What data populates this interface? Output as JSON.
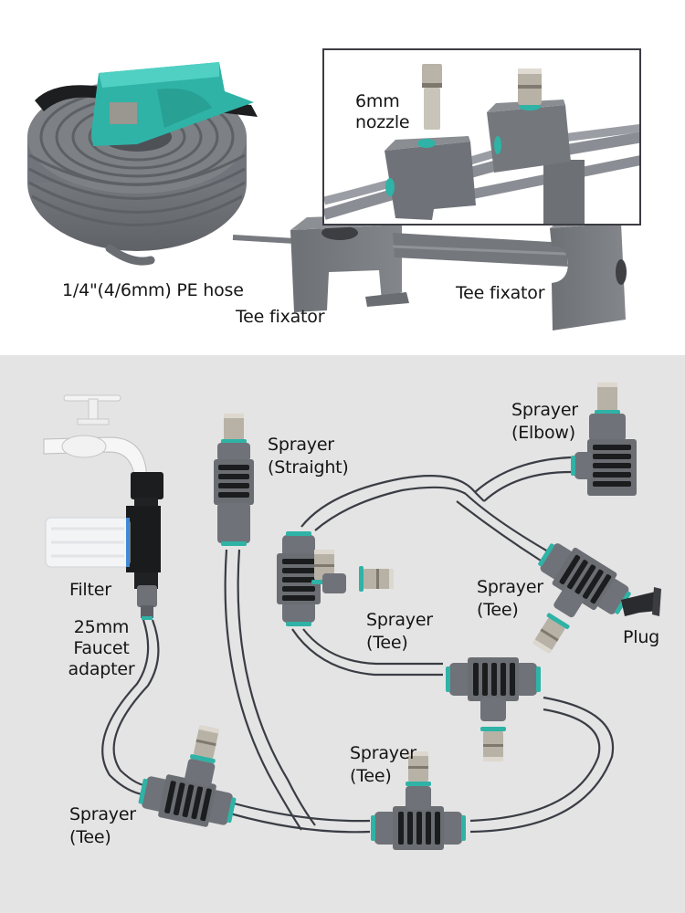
{
  "colors": {
    "accent_teal": "#2fb3a6",
    "part_gray": "#6f7278",
    "part_gray_dark": "#54575c",
    "hose_gray": "#7a7d82",
    "nozzle_brass": "#b8b2a6",
    "top_background": "#ffffff",
    "bottom_background": "#e4e4e4",
    "inset_border": "#3c3c44",
    "tube_outline": "#3a3d44"
  },
  "top_section": {
    "items": [
      {
        "icon": "hose-coil-with-cutter-icon",
        "label": "1/4\"(4/6mm) PE hose"
      },
      {
        "icon": "tee-fixator-icon",
        "label": "Tee fixator",
        "position": "left"
      },
      {
        "icon": "tee-fixator-icon",
        "label": "Tee fixator",
        "position": "right"
      }
    ],
    "inset": {
      "nozzle_label_line1": "6mm",
      "nozzle_label_line2": "nozzle"
    }
  },
  "bottom_section": {
    "faucet": {
      "icon": "faucet-icon"
    },
    "filter": {
      "icon": "filter-icon",
      "label": "Filter"
    },
    "adapter": {
      "icon": "faucet-adapter-icon",
      "label_line1": "25mm",
      "label_line2": "Faucet",
      "label_line3": "adapter"
    },
    "sprayers": [
      {
        "id": "straight",
        "line1": "Sprayer",
        "line2": "(Straight)"
      },
      {
        "id": "elbow",
        "line1": "Sprayer",
        "line2": "(Elbow)"
      },
      {
        "id": "tee-upper-left",
        "line1": "Sprayer",
        "line2": "(Tee)"
      },
      {
        "id": "tee-right",
        "line1": "Sprayer",
        "line2": "(Tee)"
      },
      {
        "id": "tee-center-bottom",
        "line1": "Sprayer",
        "line2": "(Tee)"
      },
      {
        "id": "tee-bottom-left",
        "line1": "Sprayer",
        "line2": "(Tee)"
      }
    ],
    "plug": {
      "icon": "plug-icon",
      "label": "Plug"
    }
  }
}
